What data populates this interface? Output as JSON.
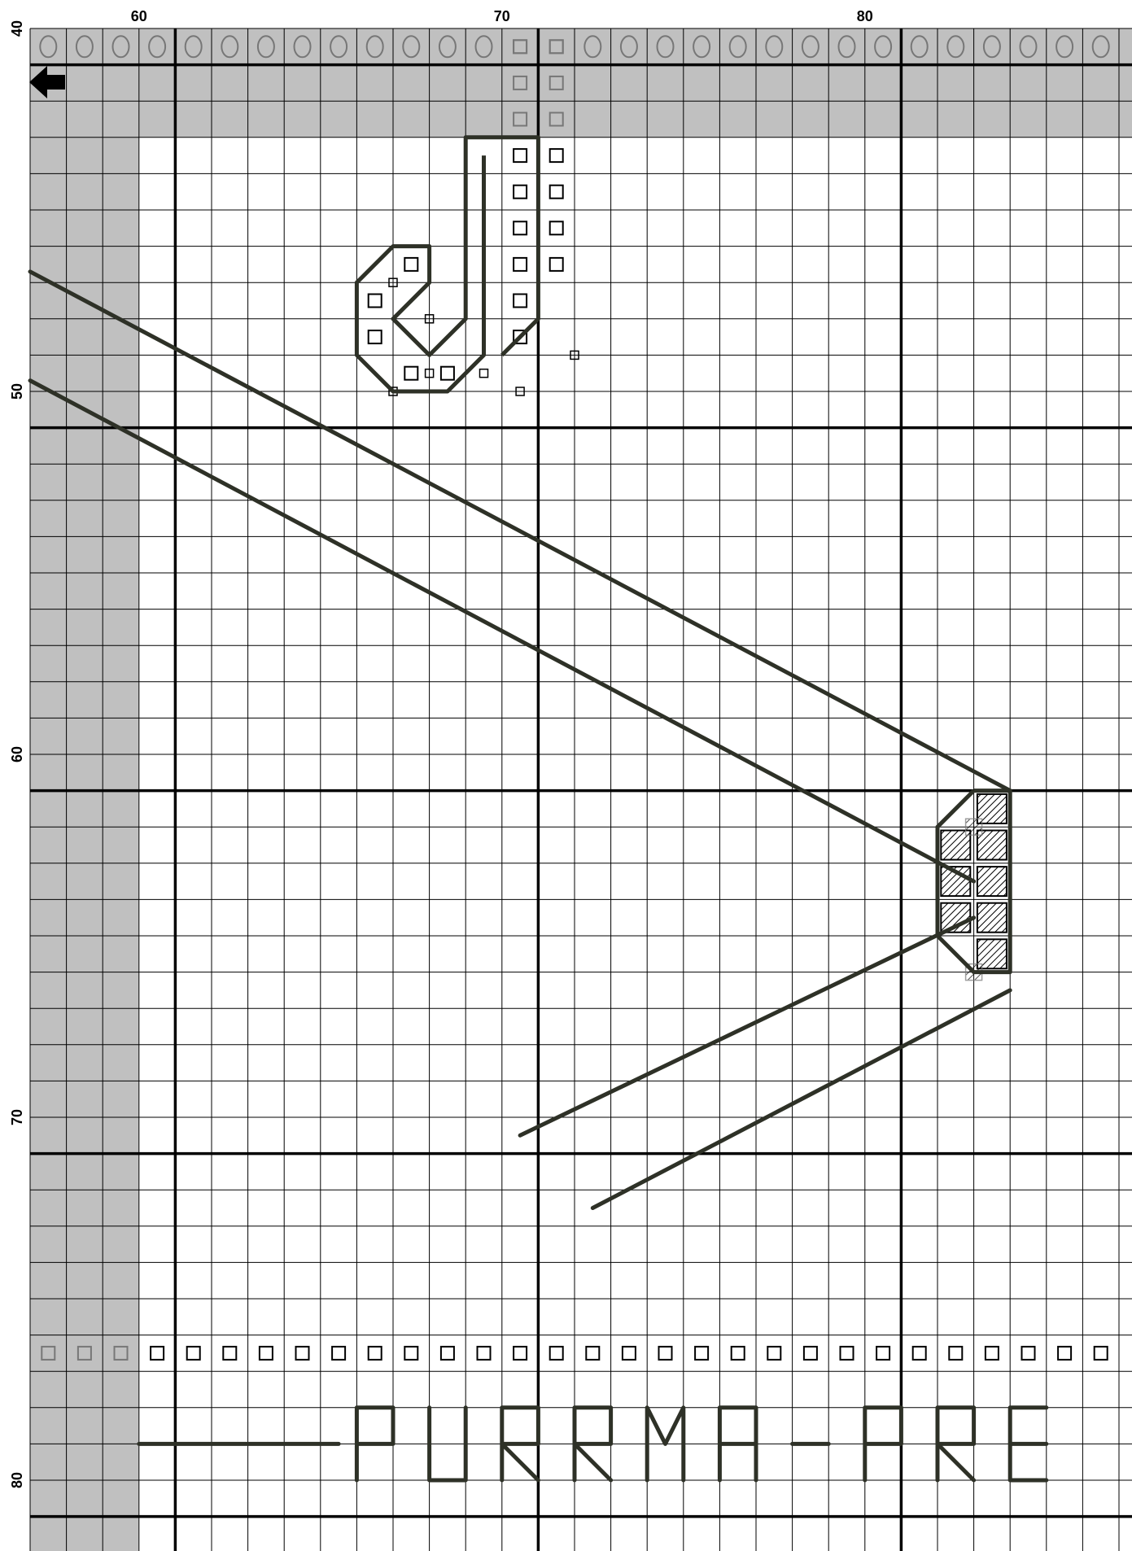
{
  "grid": {
    "col_start": 56.5,
    "row_start": 39.5,
    "col_labels": [
      {
        "value": 60,
        "text": "60"
      },
      {
        "value": 70,
        "text": "70"
      },
      {
        "value": 80,
        "text": "80"
      }
    ],
    "row_labels": [
      {
        "value": 40,
        "text": "40"
      },
      {
        "value": 50,
        "text": "50"
      },
      {
        "value": 60,
        "text": "60"
      },
      {
        "value": 70,
        "text": "70"
      },
      {
        "value": 80,
        "text": "80"
      }
    ]
  },
  "shaded_area": {
    "top_rows": [
      40,
      42
    ],
    "left_cols": [
      57,
      59
    ],
    "color": "#c0c0c0"
  },
  "symbol_colors": {
    "stitch": "#000000",
    "overlap": "#777777",
    "backstitch": "#2e3127"
  },
  "marker_rows": {
    "circle_row": 40,
    "square_row": 76
  },
  "motifs": {
    "hook": {
      "squares": [
        [
          70,
          40
        ],
        [
          71,
          40
        ],
        [
          70,
          41
        ],
        [
          71,
          41
        ],
        [
          70,
          42
        ],
        [
          71,
          42
        ],
        [
          70,
          43
        ],
        [
          71,
          43
        ],
        [
          70,
          44
        ],
        [
          71,
          44
        ],
        [
          70,
          45
        ],
        [
          71,
          45
        ],
        [
          67,
          46
        ],
        [
          70,
          46
        ],
        [
          71,
          46
        ],
        [
          66,
          47
        ],
        [
          70,
          47
        ],
        [
          66,
          48
        ],
        [
          70,
          48
        ],
        [
          67,
          49
        ],
        [
          68,
          49
        ]
      ],
      "small_squares": [
        [
          66.5,
          46.5
        ],
        [
          67.5,
          47.5
        ],
        [
          71.5,
          48.5
        ],
        [
          67.5,
          49
        ],
        [
          69,
          49
        ],
        [
          66.5,
          49.5
        ],
        [
          70,
          49.5
        ]
      ]
    },
    "hatch_block": {
      "full": [
        [
          83,
          61
        ],
        [
          82,
          62
        ],
        [
          83,
          62
        ],
        [
          82,
          63
        ],
        [
          83,
          63
        ],
        [
          82,
          64
        ],
        [
          83,
          64
        ],
        [
          83,
          65
        ]
      ],
      "partial": [
        [
          82.5,
          61.5
        ],
        [
          82.5,
          65.5
        ]
      ]
    }
  },
  "backstitch_lines": [
    [
      [
        56.5,
        46.2
      ],
      [
        83.5,
        60.5
      ]
    ],
    [
      [
        56.5,
        49.2
      ],
      [
        82.5,
        63
      ]
    ],
    [
      [
        70,
        70
      ],
      [
        82.5,
        64
      ]
    ],
    [
      [
        72,
        72
      ],
      [
        83.5,
        66
      ]
    ],
    [
      [
        59.5,
        78.5
      ],
      [
        65,
        78.5
      ]
    ]
  ],
  "outline_paths": [
    [
      [
        69,
        43
      ],
      [
        69,
        48.5
      ],
      [
        68,
        49.5
      ],
      [
        66.5,
        49.5
      ],
      [
        65.5,
        48.5
      ],
      [
        65.5,
        46.5
      ],
      [
        66.5,
        45.5
      ],
      [
        67.5,
        45.5
      ],
      [
        67.5,
        46.5
      ],
      [
        66.5,
        47.5
      ],
      [
        67.5,
        48.5
      ],
      [
        68.5,
        47.5
      ],
      [
        68.5,
        42.5
      ],
      [
        70.5,
        42.5
      ],
      [
        70.5,
        47.5
      ],
      [
        69.5,
        48.5
      ]
    ],
    [
      [
        82.5,
        60.5
      ],
      [
        83.5,
        60.5
      ],
      [
        83.5,
        65.5
      ],
      [
        82.5,
        65.5
      ],
      [
        81.5,
        64.5
      ],
      [
        81.5,
        61.5
      ],
      [
        82.5,
        60.5
      ]
    ]
  ],
  "stitched_text": {
    "text": "PURRMA-PRE",
    "baseline_row": 79.5,
    "start_col": 65.5
  }
}
